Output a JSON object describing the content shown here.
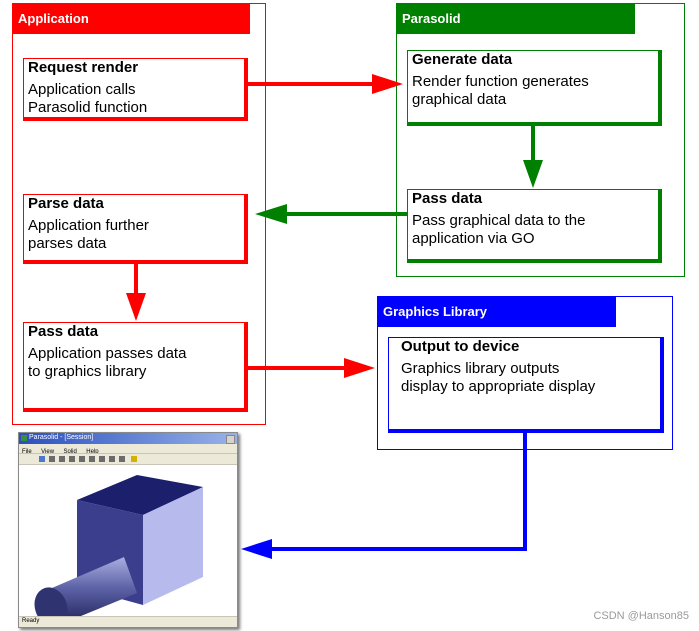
{
  "lanes": {
    "application": {
      "label": "Application",
      "color": "#ff0000"
    },
    "parasolid": {
      "label": "Parasolid",
      "color": "#008000"
    },
    "graphics": {
      "label": "Graphics Library",
      "color": "#0000ff"
    }
  },
  "boxes": {
    "request_render": {
      "title": "Request render",
      "line1": "Application calls",
      "line2": "Parasolid function"
    },
    "generate_data": {
      "title": "Generate data",
      "line1": "Render function generates",
      "line2": "graphical data"
    },
    "pass_data_parasolid": {
      "title": "Pass data",
      "line1": "Pass graphical data to the",
      "line2": "application via GO"
    },
    "parse_data": {
      "title": "Parse data",
      "line1": "Application further",
      "line2": "parses data"
    },
    "pass_data_app": {
      "title": "Pass data",
      "line1": "Application passes data",
      "line2": "to graphics library"
    },
    "output_device": {
      "title": "Output to device",
      "line1": "Graphics library outputs",
      "line2": "display to appropriate display"
    }
  },
  "screenshot_window": {
    "title": "Parasolid - [Session]",
    "menu": [
      "File",
      "View",
      "Solid",
      "Help"
    ],
    "status": "Ready"
  },
  "watermark": "CSDN @Hanson85"
}
